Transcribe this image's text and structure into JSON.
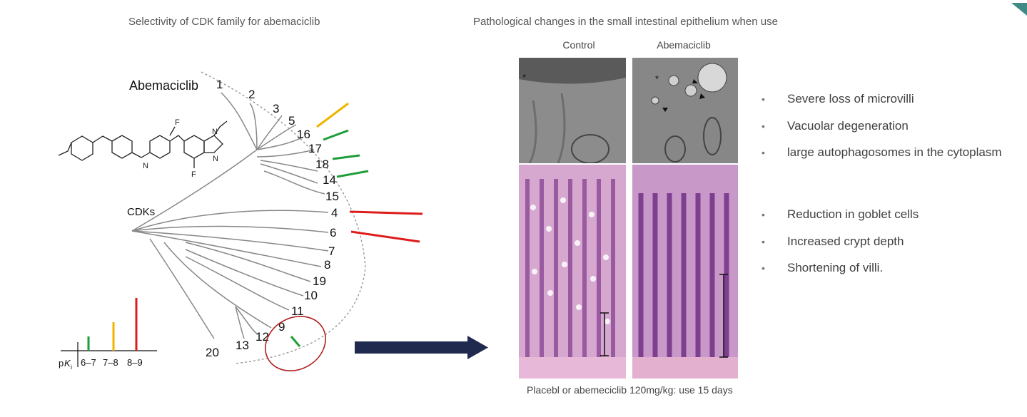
{
  "left_title": "Selectivity of CDK family for abemaciclib",
  "right_title": "Pathological changes in the small intestinal epithelium when use",
  "tree": {
    "drug_label": "Abemaciclib",
    "root_label": "CDKs",
    "leaves": [
      "1",
      "2",
      "3",
      "5",
      "16",
      "17",
      "18",
      "14",
      "15",
      "4",
      "6",
      "7",
      "8",
      "19",
      "10",
      "11",
      "9",
      "12",
      "13",
      "20"
    ]
  },
  "legend": {
    "axis_label_p": "p",
    "axis_label_k": "K",
    "axis_label_sub": "i",
    "ranges": [
      "6–7",
      "7–8",
      "8–9"
    ],
    "colors": {
      "low": "#1e9e3a",
      "mid": "#f0b400",
      "high": "#dd1c1c"
    }
  },
  "columns": [
    "Control",
    "Abemaciclib"
  ],
  "bullets_group1": [
    "Severe loss of microvilli",
    "Vacuolar degeneration",
    "large autophagosomes in the cytoplasm"
  ],
  "bullets_group2": [
    "Reduction in goblet cells",
    "Increased crypt depth",
    "Shortening of villi."
  ],
  "bullet_symbol": "•",
  "caption": "Placebl or abemeciclib 120mg/kg: use 15 days",
  "arrow_color": "#1f2a4e",
  "corner_color": "#3f8a84"
}
